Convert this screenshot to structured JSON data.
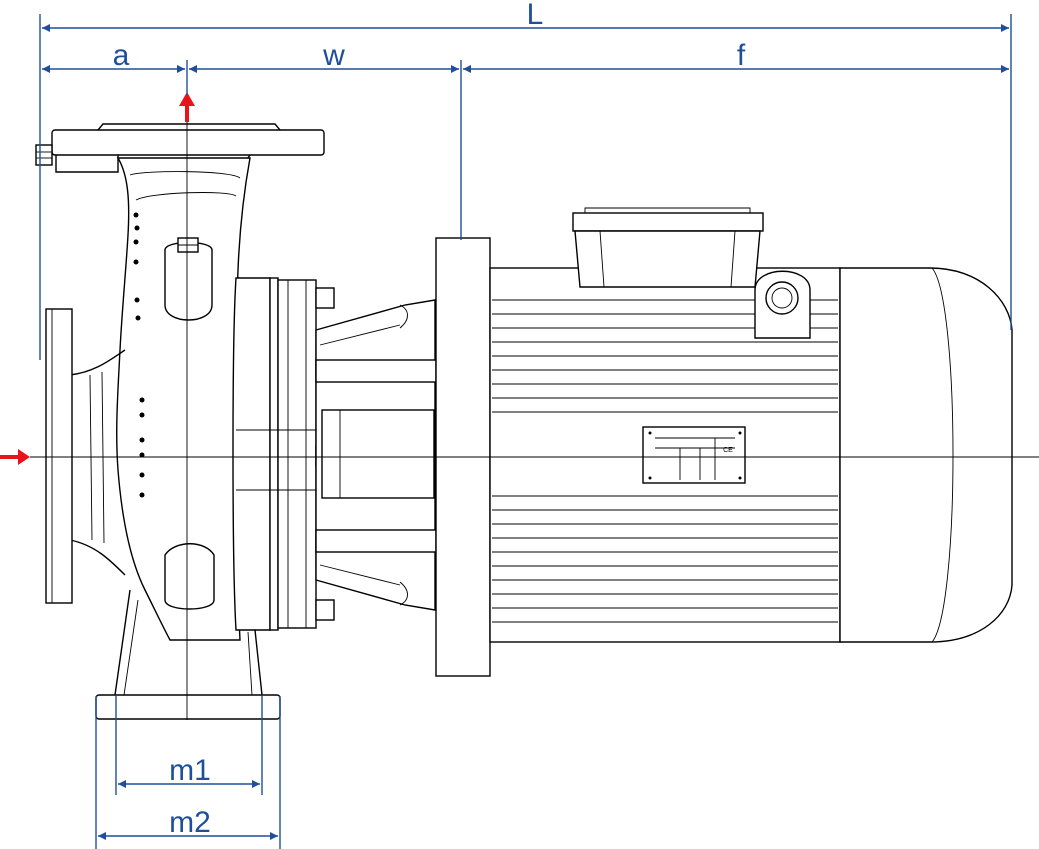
{
  "colors": {
    "dimension": "#1f4e9a",
    "flow_arrow": "#e8141c",
    "outline": "#000000",
    "background": "#ffffff"
  },
  "dimensions": {
    "L": "L",
    "a": "a",
    "w": "w",
    "f": "f",
    "m1": "m1",
    "m2": "m2"
  },
  "icons": [
    "arrow-icon",
    "ce-mark-icon"
  ]
}
